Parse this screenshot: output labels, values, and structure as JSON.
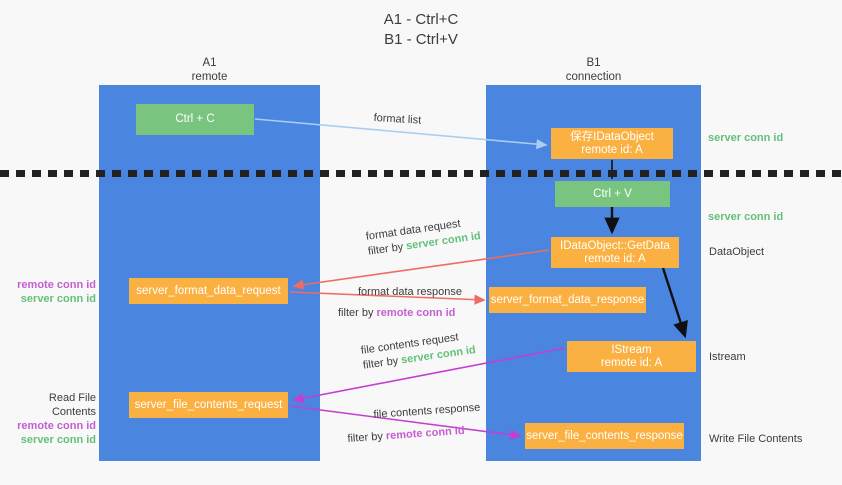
{
  "title": {
    "line1": "A1 - Ctrl+C",
    "line2": "B1 - Ctrl+V"
  },
  "lanes": [
    {
      "id": "A1",
      "name": "A1",
      "role": "remote"
    },
    {
      "id": "B1",
      "name": "B1",
      "role": "connection"
    }
  ],
  "boxes": {
    "ctrl_c": {
      "label": "Ctrl + C",
      "color": "#79c47e"
    },
    "idataobject": {
      "line1": "保存IDataObject",
      "line2": "remote id: A",
      "color": "#fbb042"
    },
    "ctrl_v": {
      "label": "Ctrl + V",
      "color": "#79c47e"
    },
    "getdata": {
      "line1": "IDataObject::GetData",
      "line2": "remote id: A",
      "color": "#fbb042"
    },
    "format_data_request": {
      "label": "server_format_data_request",
      "color": "#fbb042"
    },
    "format_data_response": {
      "label": "server_format_data_response",
      "color": "#fbb042"
    },
    "istream": {
      "line1": "IStream",
      "line2": "remote id: A",
      "color": "#fbb042"
    },
    "file_contents_request": {
      "label": "server_file_contents_request",
      "color": "#fbb042"
    },
    "file_contents_response": {
      "label": "server_file_contents_response",
      "color": "#fbb042"
    }
  },
  "edge_labels": {
    "format_list": "format list",
    "format_data_request": "format data request",
    "format_data_request_filter_prefix": "filter by ",
    "format_data_request_filter_value": "server conn id",
    "format_data_response": "format data response",
    "format_data_response_filter_prefix": "filter by ",
    "format_data_response_filter_value": "remote conn id",
    "file_contents_request": "file contents request",
    "file_contents_request_filter_prefix": "filter by ",
    "file_contents_request_filter_value": "server conn id",
    "file_contents_response": "file contents response",
    "file_contents_response_filter_prefix": "filter by ",
    "file_contents_response_filter_value": "remote conn id"
  },
  "left_labels": {
    "group1_line1": "remote conn id",
    "group1_line2": "server conn id",
    "group2_title": "Read File Contents",
    "group2_line1": "remote conn id",
    "group2_line2": "server conn id"
  },
  "right_labels": {
    "server_conn_id_top": "server conn id",
    "server_conn_id_mid": "server conn id",
    "dataobject": "DataObject",
    "istream": "Istream",
    "write_file_contents": "Write File Contents"
  },
  "colors": {
    "lane": "#4a85e0",
    "green": "#79c47e",
    "orange": "#fbb042",
    "green_text": "#63c07a",
    "purple_text": "#c45fd0",
    "arrow_blue": "#a8cdf0",
    "arrow_red": "#ee6c63",
    "arrow_magenta": "#c43fd0",
    "arrow_black": "#101010",
    "background": "#f8f8f8"
  }
}
